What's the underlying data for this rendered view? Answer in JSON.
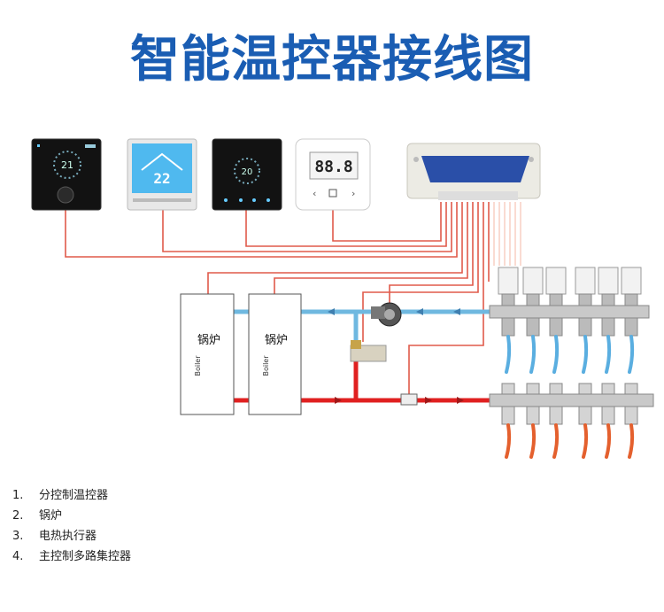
{
  "title": "智能温控器接线图",
  "colors": {
    "title": "#1a5db3",
    "wire": "#e05a4a",
    "supply_pipe": "#e02020",
    "return_pipe": "#6fb8e0"
  },
  "devices": {
    "thermostat_2": {
      "temperature": "22"
    },
    "thermostat_4": {
      "display": "88.8"
    }
  },
  "boilers": [
    {
      "label_cn": "锅炉",
      "label_en": "Boiler"
    },
    {
      "label_cn": "锅炉",
      "label_en": "Boiler"
    }
  ],
  "legend": [
    {
      "num": "1.",
      "text": "分控制温控器"
    },
    {
      "num": "2.",
      "text": "锅炉"
    },
    {
      "num": "3.",
      "text": "电热执行器"
    },
    {
      "num": "4.",
      "text": "主控制多路集控器"
    }
  ]
}
